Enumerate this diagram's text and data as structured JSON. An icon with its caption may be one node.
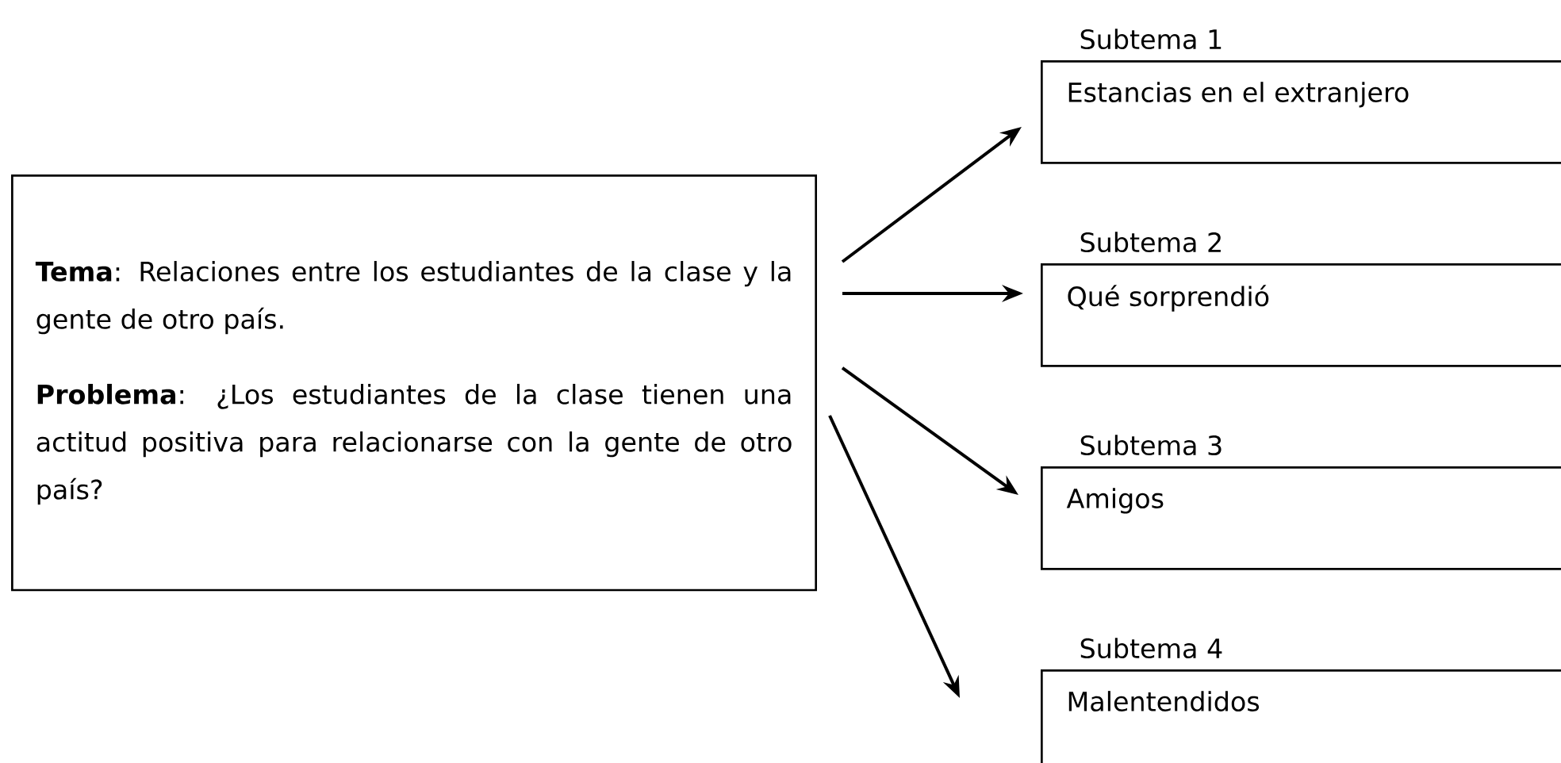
{
  "diagram": {
    "nodes": [
      {
        "text": [
          "**Tema**: Relaciones entre los estudiantes de la clase y la gente de otro país.",
          "**Problema**: ¿Los estudiantes de la clase tienen una actitud positiva para relacionarse con la gente de otro país?"
        ]
      },
      {
        "text": [
          "Subtema 1",
          "Estancias en el extranjero"
        ]
      },
      {
        "text": [
          "Subtema 2",
          "Qué sorprendió"
        ]
      },
      {
        "text": [
          "Subtema 3",
          "Amigos"
        ]
      },
      {
        "text": [
          "Subtema 4",
          "Malentendidos"
        ]
      }
    ],
    "edges": [
      {
        "from": 0,
        "to": 1,
        "arrow": "to"
      },
      {
        "from": 0,
        "to": 2,
        "arrow": "to"
      },
      {
        "from": 0,
        "to": 3,
        "arrow": "to"
      },
      {
        "from": 0,
        "to": 4,
        "arrow": "to"
      }
    ]
  }
}
